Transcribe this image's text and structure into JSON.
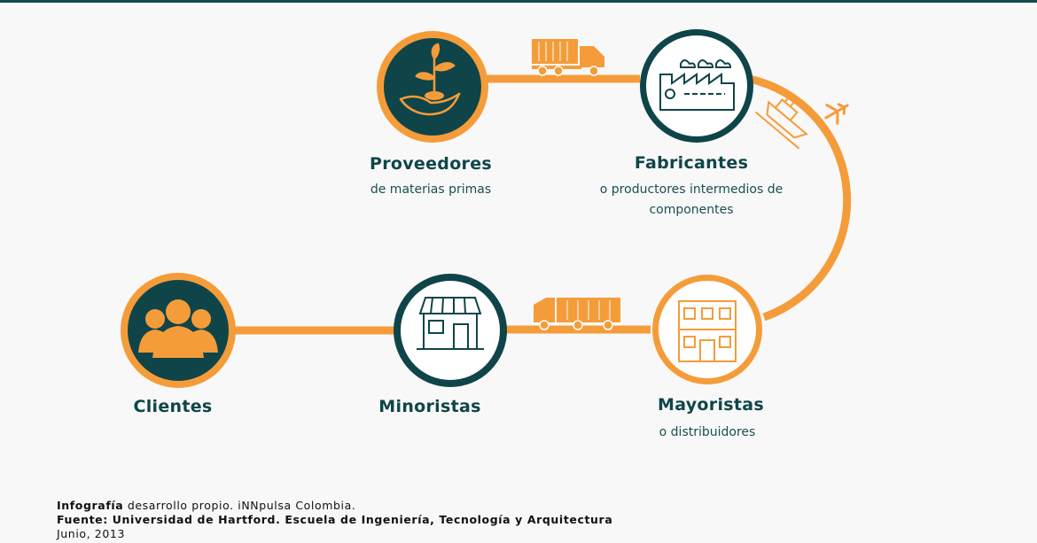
{
  "nodes": {
    "proveedores": {
      "title": "Proveedores",
      "subtitle": "de materias primas"
    },
    "fabricantes": {
      "title": "Fabricantes",
      "subtitle_1": "o productores intermedios de",
      "subtitle_2": "componentes"
    },
    "mayoristas": {
      "title": "Mayoristas",
      "subtitle": "o distribuidores"
    },
    "minoristas": {
      "title": "Minoristas"
    },
    "clientes": {
      "title": "Clientes"
    }
  },
  "footer": {
    "line1_bold": "Infografía",
    "line1_rest": " desarrollo propio.  iNNpulsa Colombia.",
    "line2": "Fuente: Universidad de Hartford. Escuela de Ingeniería, Tecnología y Arquitectura",
    "line3": "Junio, 2013"
  },
  "colors": {
    "orange": "#f59c3a",
    "teal": "#0f4548",
    "light_bg": "#f7f7f7"
  },
  "icons": [
    "plant-in-hand-icon",
    "factory-icon",
    "warehouse-building-icon",
    "store-icon",
    "people-group-icon",
    "truck-icon",
    "ship-icon",
    "airplane-icon"
  ]
}
